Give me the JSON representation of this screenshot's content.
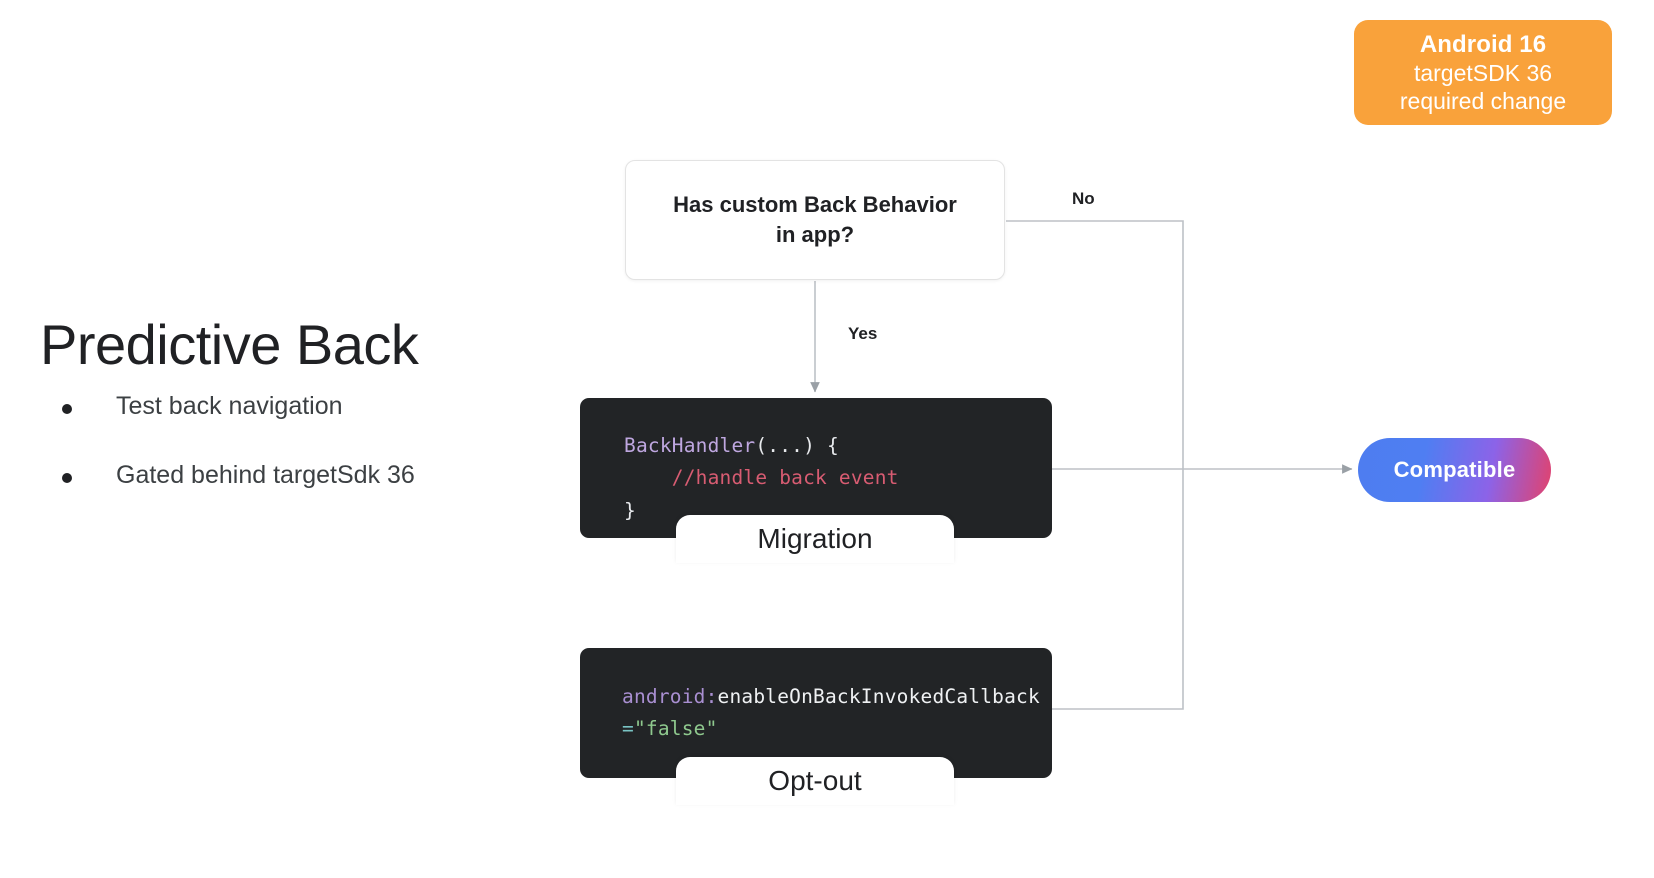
{
  "badge": {
    "line1": "Android 16",
    "line2": "targetSDK 36",
    "line3": "required change",
    "color": "#F9A23B"
  },
  "slide": {
    "title": "Predictive Back",
    "bullets": [
      {
        "text": "Test back navigation"
      },
      {
        "text": "Gated behind targetSdk 36"
      }
    ]
  },
  "flow": {
    "decision": {
      "line1": "Has custom Back Behavior",
      "line2": "in app?"
    },
    "edges": {
      "yes": "Yes",
      "no": "No"
    },
    "outcome": {
      "label": "Compatible",
      "gradient_from": "#4E7DF0",
      "gradient_to": "#E2426C"
    },
    "code_blocks": [
      {
        "name": "migration",
        "label": "Migration",
        "background": "#222426",
        "lines": [
          [
            {
              "text": "BackHandler",
              "token": "type",
              "color": "#BFA7E0"
            },
            {
              "text": "(...) {",
              "token": "punct",
              "color": "#E8EAED"
            }
          ],
          [
            {
              "text": "    //handle back event",
              "token": "comment",
              "color": "#D85C72"
            }
          ],
          [
            {
              "text": "}",
              "token": "punct",
              "color": "#E8EAED"
            }
          ]
        ]
      },
      {
        "name": "optout",
        "label": "Opt-out",
        "background": "#222426",
        "lines": [
          [
            {
              "text": "android:",
              "token": "attr",
              "color": "#A98FD1"
            },
            {
              "text": "enableOnBackInvokedCallback",
              "token": "name",
              "color": "#EFF1F3"
            }
          ],
          [
            {
              "text": "=",
              "token": "eq",
              "color": "#79C4C4"
            },
            {
              "text": "\"false\"",
              "token": "string",
              "color": "#8FC98E"
            }
          ]
        ]
      }
    ]
  }
}
